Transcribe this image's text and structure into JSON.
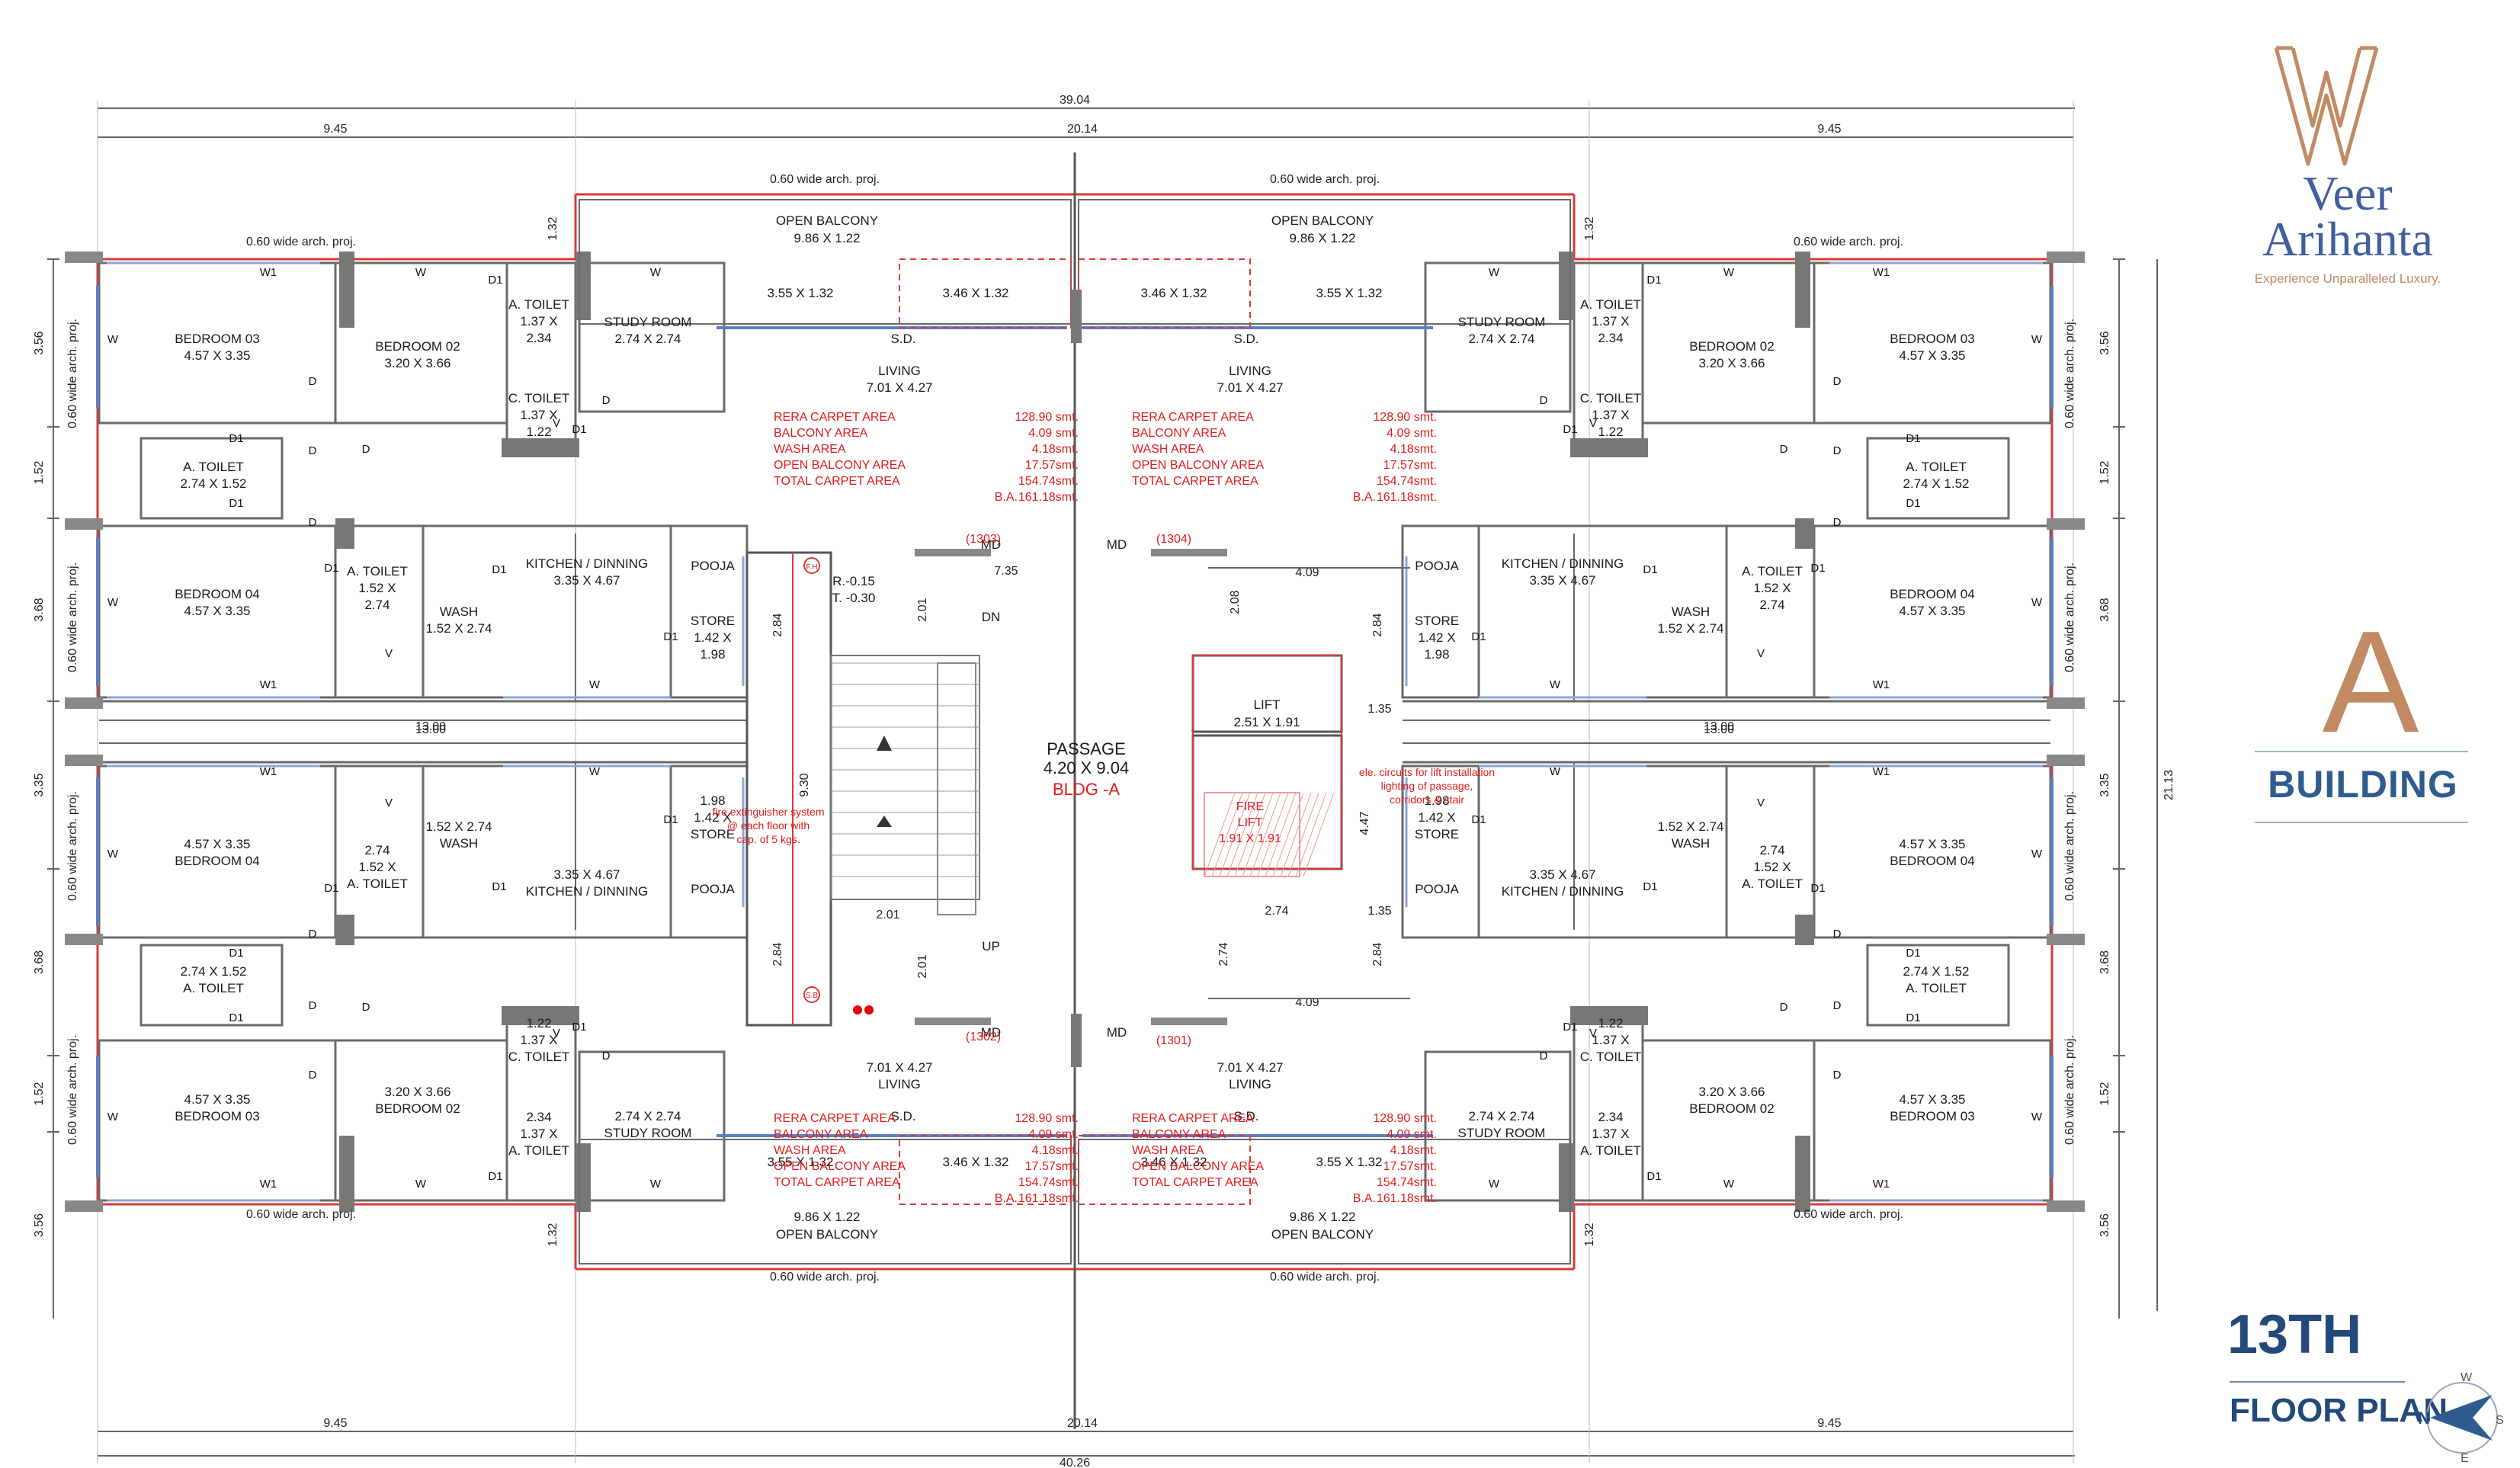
{
  "brand": {
    "name_line1": "Veer",
    "name_line2": "Arihanta",
    "tagline": "Experience Unparalleled Luxury.",
    "logo_color": "#c28a63",
    "name_color": "#3f5fa0"
  },
  "building": {
    "letter": "A",
    "label": "BUILDING"
  },
  "floor": {
    "number": "13TH",
    "label": "FLOOR PLAN"
  },
  "compass": {
    "n": "N",
    "e": "E",
    "s": "S",
    "w": "W"
  },
  "dims": {
    "overall_top": "39.04",
    "overall_bottom": "40.26",
    "middle_span": "20.14",
    "wing": "9.45",
    "height_total": "21.13",
    "mid_gap": "3.35",
    "depth_356": "3.56",
    "depth_152": "1.52",
    "depth_368": "3.68",
    "wing_width": "13.00",
    "balcony_edge": "1.32",
    "corridor_735": "7.35",
    "corridor_409": "4.09",
    "stair_284": "2.84",
    "stair_201": "2.01",
    "stair_930": "9.30",
    "lift_208": "2.08",
    "lift_135": "1.35",
    "lift_447": "4.47",
    "lift_274": "2.74",
    "proj_label": "0.60 wide  arch. proj."
  },
  "rooms": {
    "open_balcony": "OPEN BALCONY",
    "open_balcony_size": "9.86 X 1.22",
    "living": "LIVING",
    "living_size": "7.01 X 4.27",
    "bed03": "BEDROOM 03",
    "bed03_size": "4.57 X 3.35",
    "bed02": "BEDROOM 02",
    "bed02_size": "3.20 X 3.66",
    "bed04": "BEDROOM 04",
    "bed04_size": "4.57 X 3.35",
    "study": "STUDY ROOM",
    "study_size": "2.74 X 2.74",
    "a_toilet": "A. TOILET",
    "a_toilet_size_a": "1.37 X",
    "a_toilet_size_b": "2.34",
    "c_toilet": "C. TOILET",
    "c_toilet_size_a": "1.37 X",
    "c_toilet_size_b": "1.22",
    "a_toilet_lg": "A. TOILET",
    "a_toilet_lg_size": "2.74 X 1.52",
    "a_toilet_sm_a": "1.52 X",
    "a_toilet_sm_b": "2.74",
    "kitchen": "KITCHEN / DINNING",
    "kitchen_size": "3.35 X 4.67",
    "wash": "WASH",
    "wash_size": "1.52 X 2.74",
    "pooja": "POOJA",
    "store": "STORE",
    "store_size_a": "1.42 X",
    "store_size_b": "1.98",
    "passage": "PASSAGE",
    "passage_size": "4.20 X 9.04",
    "bldg": "BLDG -A",
    "lift": "LIFT",
    "lift_size": "2.51 X 1.91",
    "fire_lift_a": "FIRE",
    "fire_lift_b": "LIFT",
    "fire_lift_c": "1.91 X 1.91",
    "bal_a": "3.55 X 1.32",
    "bal_b": "3.46 X 1.32",
    "sd": "S.D.",
    "md": "MD",
    "dn": "DN",
    "up": "UP",
    "level_a": "R.-0.15",
    "level_b": "T. -0.30",
    "fire_note_a": "fire extinguisher system",
    "fire_note_b": "@ each floor with",
    "fire_note_c": "cap. of 5 kgs.",
    "lift_note_a": "ele. circuits for lift installation",
    "lift_note_b": "lighting of passage,",
    "lift_note_c": "corridors & stair",
    "fh": "F.H",
    "sb": "S.B"
  },
  "tags": {
    "w": "W",
    "w1": "W1",
    "d": "D",
    "d1": "D1",
    "v": "V"
  },
  "flats": {
    "f1303": "(1303)",
    "f1304": "(1304)",
    "f1302": "(1302)",
    "f1301": "(1301)"
  },
  "area": {
    "rera_label": "RERA CARPET AREA",
    "rera": "128.90 smt.",
    "balcony_label": "BALCONY  AREA",
    "balcony": "4.09 smt.",
    "wash_label": "WASH  AREA",
    "wash": "4.18smt.",
    "open_label": "OPEN BALCONY AREA",
    "open": "17.57smt.",
    "total_label": "TOTAL CARPET AREA",
    "total": "154.74smt.",
    "ba_label": "B.A.",
    "ba": "161.18smt."
  }
}
